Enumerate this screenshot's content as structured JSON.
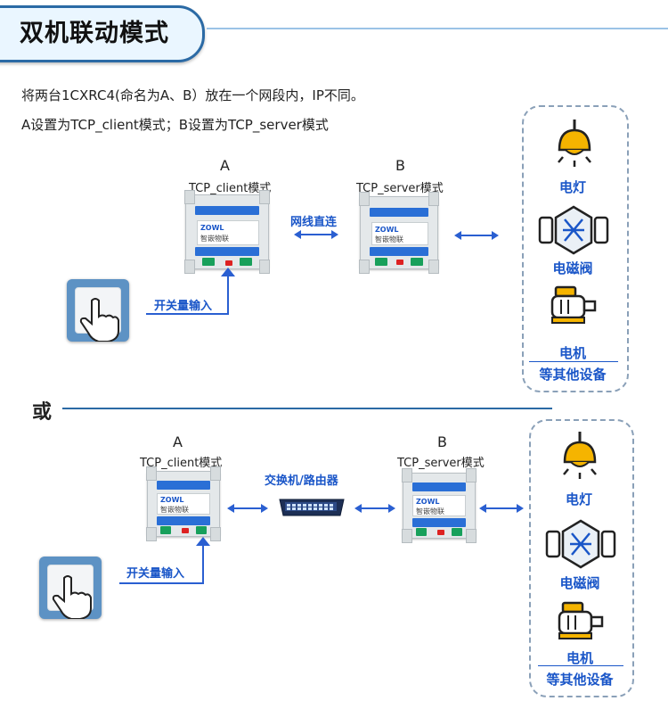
{
  "header": {
    "title": "双机联动模式"
  },
  "description": {
    "line1": "将两台1CXRC4(命名为A、B）放在一个网段内，IP不同。",
    "line2": "A设置为TCP_client模式；B设置为TCP_server模式"
  },
  "section1": {
    "device_a": {
      "letter": "A",
      "mode": "TCP_client模式"
    },
    "device_b": {
      "letter": "B",
      "mode": "TCP_server模式"
    },
    "link_label": "网线直连",
    "input_label": "开关量输入",
    "devices": [
      "电灯",
      "电磁阀",
      "电机",
      "等其他设备"
    ]
  },
  "or_label": "或",
  "section2": {
    "device_a": {
      "letter": "A",
      "mode": "TCP_client模式"
    },
    "device_b": {
      "letter": "B",
      "mode": "TCP_server模式"
    },
    "link_label": "交换机/路由器",
    "input_label": "开关量输入",
    "devices": [
      "电灯",
      "电磁阀",
      "电机",
      "等其他设备"
    ]
  },
  "module": {
    "logo": "ZOWL",
    "brand": "智嵌物联"
  },
  "colors": {
    "accent": "#1a56c8",
    "header_border": "#2b6aa5",
    "lamp": "#f5b400",
    "arrow": "#2a5fd1"
  },
  "icons": [
    "lamp-icon",
    "solenoid-valve-icon",
    "motor-icon",
    "push-button-icon",
    "network-switch-icon"
  ]
}
